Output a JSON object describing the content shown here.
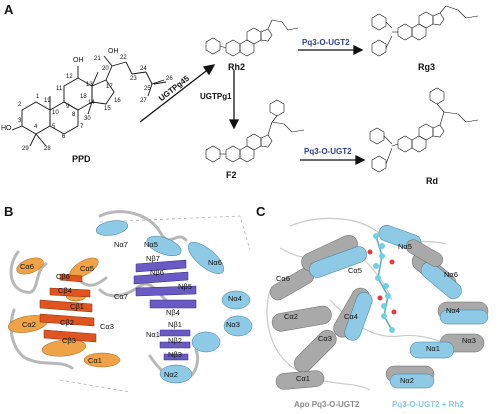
{
  "panels": {
    "a": "A",
    "b": "B",
    "c": "C"
  },
  "compounds": {
    "ppd": "PPD",
    "rh2": "Rh2",
    "rg3": "Rg3",
    "f2": "F2",
    "rd": "Rd"
  },
  "enzymes": {
    "ugt45": "UGTPg45",
    "ugt1": "UGTPg1",
    "pq3_top": "Pq3-O-UGT2",
    "pq3_bottom": "Pq3-O-UGT2"
  },
  "ppd_numbers": {
    "n1": "1",
    "n2": "2",
    "n3": "3",
    "n4": "4",
    "n5": "5",
    "n6": "6",
    "n7": "7",
    "n8": "8",
    "n9": "9",
    "n10": "10",
    "n11": "11",
    "n12": "12",
    "n13": "13",
    "n14": "14",
    "n15": "15",
    "n16": "16",
    "n17": "17",
    "n18": "18",
    "n19": "19",
    "n20": "20",
    "n21": "21",
    "n22": "22",
    "n23": "23",
    "n24": "24",
    "n25": "25",
    "n26": "26",
    "n27": "27",
    "n28": "28",
    "n29": "29",
    "n30": "30",
    "oh3": "HO",
    "oh12": "OH",
    "oh20": "OH"
  },
  "panel_b_labels": {
    "na7": "Nα7",
    "na5": "Nα5",
    "nb7": "Nβ7",
    "nb6": "Nβ6",
    "na6": "Nα6",
    "nb5": "Nβ5",
    "na4": "Nα4",
    "nb4": "Nβ4",
    "nb1": "Nβ1",
    "na3": "Nα3",
    "na1": "Nα1",
    "nb2": "Nβ2",
    "nb3": "Nβ3",
    "na2": "Nα2",
    "ca6": "Cα6",
    "cb6": "Cβ6",
    "ca5": "Cα5",
    "cb4": "Cβ4",
    "ca7": "Cα7",
    "ca2": "Cα2",
    "cb1": "Cβ1",
    "cb2": "Cβ2",
    "ca3": "Cα3",
    "cb3": "Cβ3",
    "ca1": "Cα1"
  },
  "panel_c_labels": {
    "na5": "Nα5",
    "ca5": "Cα5",
    "na6": "Nα6",
    "ca6": "Cα6",
    "ca2": "Cα2",
    "ca4": "Cα4",
    "na4": "Nα4",
    "ca3": "Cα3",
    "na1": "Nα1",
    "na3": "Nα3",
    "ca1": "Cα1",
    "na2": "Nα2"
  },
  "legend": {
    "apo": "Apo Pq3-O-UGT2",
    "complex": "Pq3-O-UGT2 + Rh2"
  },
  "colors": {
    "ugt_blue": "#2f3d91",
    "helix_light_blue": "#8ec9e6",
    "sheet_purple": "#6a5bc4",
    "helix_orange": "#f0a346",
    "sheet_red": "#e0541f",
    "apo_grey": "#a9a9a9",
    "ligand_cyan": "#6fd1e3"
  }
}
